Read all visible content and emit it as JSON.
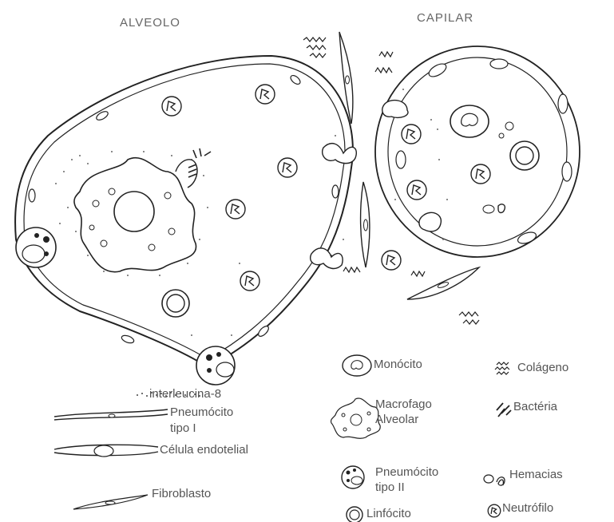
{
  "titles": {
    "alveolo": "ALVEOLO",
    "capilar": "CAPILAR"
  },
  "legend": {
    "interleucina": "interleucina-8",
    "pneumocito1_line1": "Pneumócito",
    "pneumocito1_line2": "tipo I",
    "endotelial": "Célula endotelial",
    "fibroblasto": "Fibroblasto",
    "monocito": "Monócito",
    "macrofago_line1": "Macrofago",
    "macrofago_line2": "Alveolar",
    "pneumocito2_line1": "Pneumócito",
    "pneumocito2_line2": "tipo II",
    "linfocito": "Linfócito",
    "colageno": "Colágeno",
    "bacteria": "Bactéria",
    "hemacias": "Hemacias",
    "neutrofilo": "Neutrófilo"
  },
  "colors": {
    "line": "#222222",
    "dots": "#555555",
    "text": "#555555"
  }
}
